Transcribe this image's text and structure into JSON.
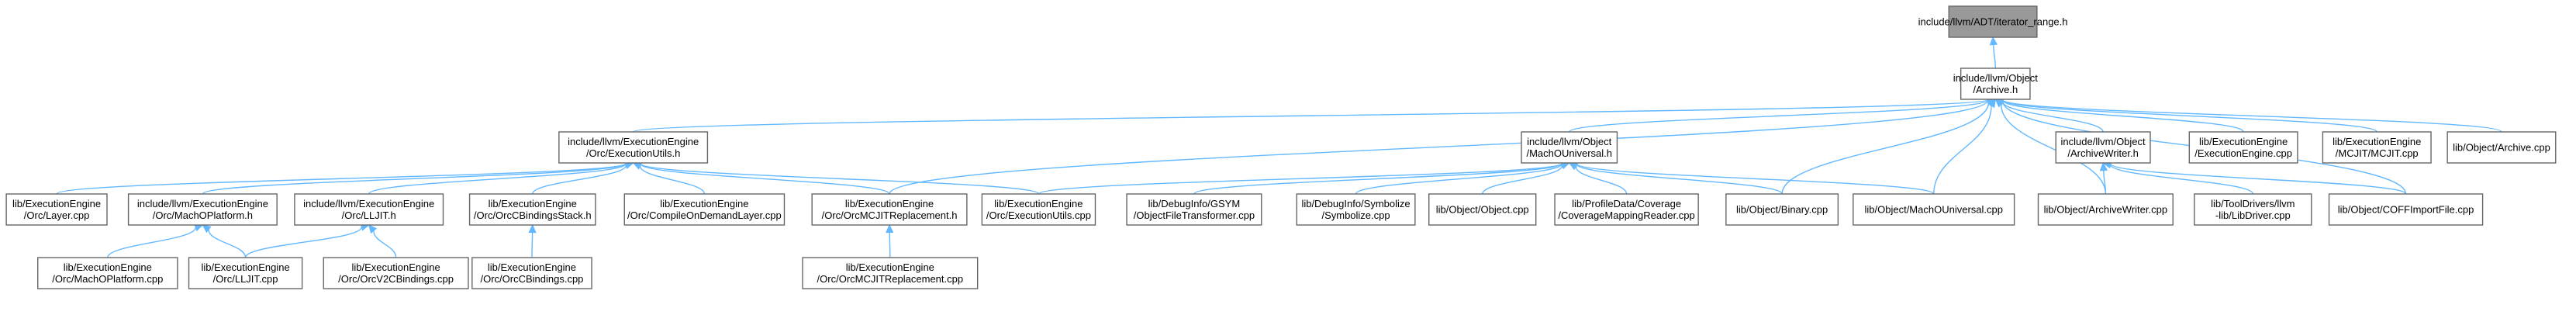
{
  "diagram": {
    "nodes": [
      {
        "id": "tallible",
        "lines": [
          "include/llvm/ADT/iterator_range.h"
        ],
        "root": true
      },
      {
        "id": "archive_h",
        "lines": [
          "include/llvm/Object",
          "/Archive.h"
        ]
      },
      {
        "id": "exec_utils_h",
        "lines": [
          "include/llvm/ExecutionEngine",
          "/Orc/ExecutionUtils.h"
        ]
      },
      {
        "id": "macho_universal_h",
        "lines": [
          "include/llvm/Object",
          "/MachOUniversal.h"
        ]
      },
      {
        "id": "archive_writer_h",
        "lines": [
          "include/llvm/Object",
          "/ArchiveWriter.h"
        ]
      },
      {
        "id": "ee_cpp",
        "lines": [
          "lib/ExecutionEngine",
          "/ExecutionEngine.cpp"
        ]
      },
      {
        "id": "mcjit_cpp",
        "lines": [
          "lib/ExecutionEngine",
          "/MCJIT/MCJIT.cpp"
        ]
      },
      {
        "id": "archive_cpp",
        "lines": [
          "lib/Object/Archive.cpp"
        ]
      },
      {
        "id": "layer_cpp",
        "lines": [
          "lib/ExecutionEngine",
          "/Orc/Layer.cpp"
        ]
      },
      {
        "id": "macho_platform_h",
        "lines": [
          "include/llvm/ExecutionEngine",
          "/Orc/MachOPlatform.h"
        ]
      },
      {
        "id": "lljit_h",
        "lines": [
          "include/llvm/ExecutionEngine",
          "/Orc/LLJIT.h"
        ]
      },
      {
        "id": "cbindings_stack_h",
        "lines": [
          "lib/ExecutionEngine",
          "/Orc/OrcCBindingsStack.h"
        ]
      },
      {
        "id": "compile_on_demand_cpp",
        "lines": [
          "lib/ExecutionEngine",
          "/Orc/CompileOnDemandLayer.cpp"
        ]
      },
      {
        "id": "mcjit_replacement_h",
        "lines": [
          "lib/ExecutionEngine",
          "/Orc/OrcMCJITReplacement.h"
        ]
      },
      {
        "id": "exec_utils_cpp",
        "lines": [
          "lib/ExecutionEngine",
          "/Orc/ExecutionUtils.cpp"
        ]
      },
      {
        "id": "gsym_cpp",
        "lines": [
          "lib/DebugInfo/GSYM",
          "/ObjectFileTransformer.cpp"
        ]
      },
      {
        "id": "symbolize_cpp",
        "lines": [
          "lib/DebugInfo/Symbolize",
          "/Symbolize.cpp"
        ]
      },
      {
        "id": "object_cpp",
        "lines": [
          "lib/Object/Object.cpp"
        ]
      },
      {
        "id": "coverage_cpp",
        "lines": [
          "lib/ProfileData/Coverage",
          "/CoverageMappingReader.cpp"
        ]
      },
      {
        "id": "binary_cpp",
        "lines": [
          "lib/Object/Binary.cpp"
        ]
      },
      {
        "id": "macho_universal_cpp",
        "lines": [
          "lib/Object/MachOUniversal.cpp"
        ]
      },
      {
        "id": "archive_writer_cpp",
        "lines": [
          "lib/Object/ArchiveWriter.cpp"
        ]
      },
      {
        "id": "libdriver_cpp",
        "lines": [
          "lib/ToolDrivers/llvm",
          "-lib/LibDriver.cpp"
        ]
      },
      {
        "id": "coff_import_cpp",
        "lines": [
          "lib/Object/COFFImportFile.cpp"
        ]
      },
      {
        "id": "macho_platform_cpp",
        "lines": [
          "lib/ExecutionEngine",
          "/Orc/MachOPlatform.cpp"
        ]
      },
      {
        "id": "lljit_cpp",
        "lines": [
          "lib/ExecutionEngine",
          "/Orc/LLJIT.cpp"
        ]
      },
      {
        "id": "orc_v2_cbindings_cpp",
        "lines": [
          "lib/ExecutionEngine",
          "/Orc/OrcV2CBindings.cpp"
        ]
      },
      {
        "id": "orc_cbindings_cpp",
        "lines": [
          "lib/ExecutionEngine",
          "/Orc/OrcCBindings.cpp"
        ]
      },
      {
        "id": "mcjit_replacement_cpp",
        "lines": [
          "lib/ExecutionEngine",
          "/Orc/OrcMCJITReplacement.cpp"
        ]
      }
    ],
    "edges": [
      {
        "from": "archive_h",
        "to": "tallible"
      },
      {
        "from": "exec_utils_h",
        "to": "archive_h"
      },
      {
        "from": "macho_universal_h",
        "to": "archive_h"
      },
      {
        "from": "archive_writer_h",
        "to": "archive_h"
      },
      {
        "from": "ee_cpp",
        "to": "archive_h"
      },
      {
        "from": "mcjit_cpp",
        "to": "archive_h"
      },
      {
        "from": "archive_cpp",
        "to": "archive_h"
      },
      {
        "from": "mcjit_replacement_h",
        "to": "archive_h"
      },
      {
        "from": "binary_cpp",
        "to": "archive_h"
      },
      {
        "from": "macho_universal_cpp",
        "to": "archive_h"
      },
      {
        "from": "archive_writer_cpp",
        "to": "archive_h"
      },
      {
        "from": "coff_import_cpp",
        "to": "archive_h"
      },
      {
        "from": "layer_cpp",
        "to": "exec_utils_h"
      },
      {
        "from": "macho_platform_h",
        "to": "exec_utils_h"
      },
      {
        "from": "lljit_h",
        "to": "exec_utils_h"
      },
      {
        "from": "cbindings_stack_h",
        "to": "exec_utils_h"
      },
      {
        "from": "compile_on_demand_cpp",
        "to": "exec_utils_h"
      },
      {
        "from": "mcjit_replacement_h",
        "to": "exec_utils_h"
      },
      {
        "from": "exec_utils_cpp",
        "to": "exec_utils_h"
      },
      {
        "from": "exec_utils_cpp",
        "to": "macho_universal_h"
      },
      {
        "from": "gsym_cpp",
        "to": "macho_universal_h"
      },
      {
        "from": "symbolize_cpp",
        "to": "macho_universal_h"
      },
      {
        "from": "object_cpp",
        "to": "macho_universal_h"
      },
      {
        "from": "coverage_cpp",
        "to": "macho_universal_h"
      },
      {
        "from": "binary_cpp",
        "to": "macho_universal_h"
      },
      {
        "from": "macho_universal_cpp",
        "to": "macho_universal_h"
      },
      {
        "from": "archive_writer_cpp",
        "to": "archive_writer_h"
      },
      {
        "from": "libdriver_cpp",
        "to": "archive_writer_h"
      },
      {
        "from": "coff_import_cpp",
        "to": "archive_writer_h"
      },
      {
        "from": "macho_platform_cpp",
        "to": "macho_platform_h"
      },
      {
        "from": "lljit_cpp",
        "to": "macho_platform_h"
      },
      {
        "from": "lljit_cpp",
        "to": "lljit_h"
      },
      {
        "from": "orc_v2_cbindings_cpp",
        "to": "lljit_h"
      },
      {
        "from": "orc_cbindings_cpp",
        "to": "cbindings_stack_h"
      },
      {
        "from": "mcjit_replacement_cpp",
        "to": "mcjit_replacement_h"
      }
    ],
    "colors": {
      "edge": "#63b8ff",
      "root_fill": "#999999",
      "node_fill": "#ffffff",
      "node_border": "#666666"
    }
  }
}
